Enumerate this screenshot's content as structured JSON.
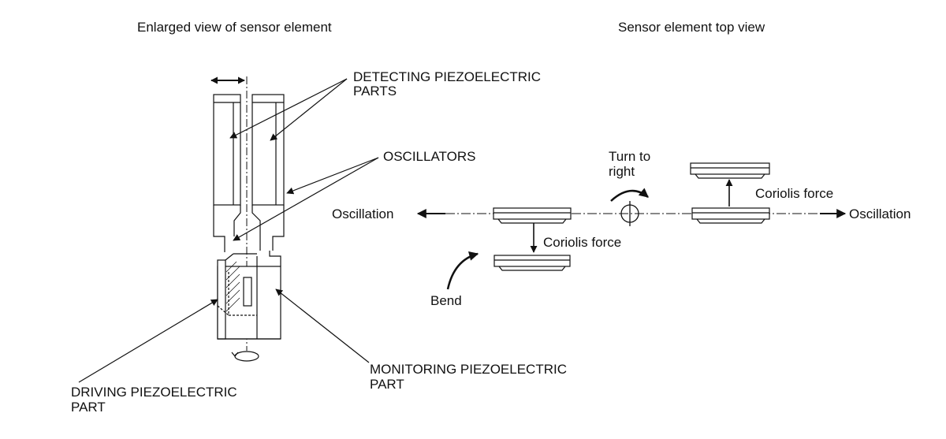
{
  "left_view": {
    "title": "Enlarged view of sensor element",
    "labels": {
      "detecting_line1": "DETECTING PIEZOELECTRIC",
      "detecting_line2": "PARTS",
      "oscillators": "OSCILLATORS",
      "monitoring_line1": "MONITORING PIEZOELECTRIC",
      "monitoring_line2": "PART",
      "driving_line1": "DRIVING PIEZOELECTRIC",
      "driving_line2": "PART"
    }
  },
  "right_view": {
    "title": "Sensor element top view",
    "labels": {
      "oscillation_left": "Oscillation",
      "oscillation_right": "Oscillation",
      "turn_line1": "Turn to",
      "turn_line2": "right",
      "coriolis_left": "Coriolis force",
      "coriolis_right": "Coriolis force",
      "bend": "Bend"
    }
  }
}
